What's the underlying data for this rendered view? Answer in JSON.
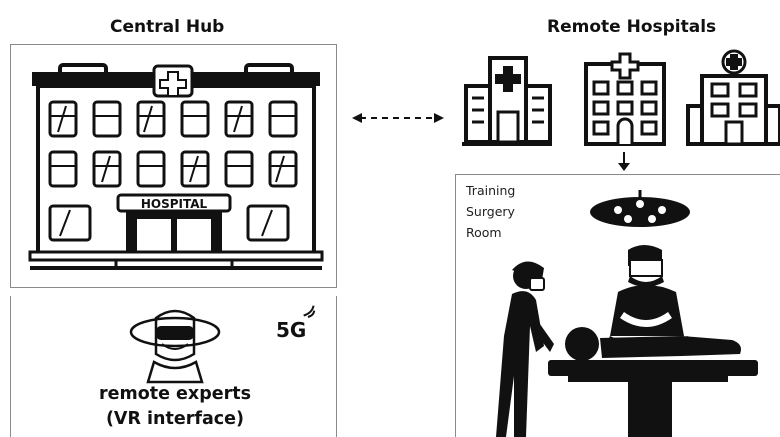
{
  "central_hub": {
    "title": "Central Hub",
    "building_sign": "HOSPITAL"
  },
  "remote_hospitals": {
    "title": "Remote Hospitals",
    "room_label_lines": [
      "Training",
      "Surgery",
      "Room"
    ]
  },
  "experts": {
    "network_badge": "5G",
    "label_line1": "remote experts",
    "label_line2": "(VR interface)"
  },
  "icons": [
    "hospital-building-icon",
    "hospital-small-icon",
    "hospital-tower-icon",
    "hospital-cross-icon",
    "vr-headset-user-icon",
    "wifi-signal-icon",
    "surgical-lamp-icon",
    "surgeon-icon",
    "nurse-icon",
    "patient-icon",
    "operating-table-icon"
  ]
}
